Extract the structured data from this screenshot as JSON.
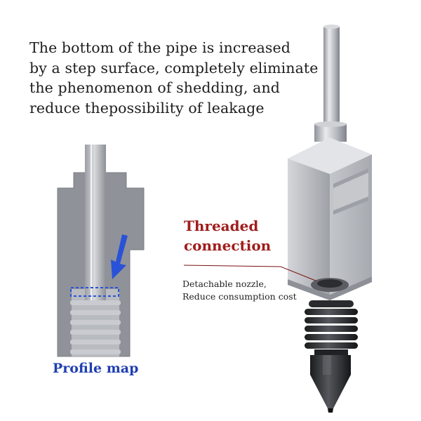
{
  "headline": {
    "lines": [
      "The bottom of the pipe is increased",
      "by a step surface, completely eliminate",
      "the phenomenon of shedding, and",
      "reduce thepossibility of leakage"
    ]
  },
  "callouts": {
    "threaded_line1": "Threaded",
    "threaded_line2": "connection",
    "detachable_line1": "Detachable nozzle,",
    "detachable_line2": "Reduce consumption cost"
  },
  "profile_label": "Profile map",
  "colors": {
    "headline_text": "#1e1e1e",
    "threaded_text": "#a01d1d",
    "profile_text": "#1f3fb0",
    "arrow": "#2a52d8",
    "metal": "#b9bcc2",
    "nozzle": "#2a2b2e"
  }
}
